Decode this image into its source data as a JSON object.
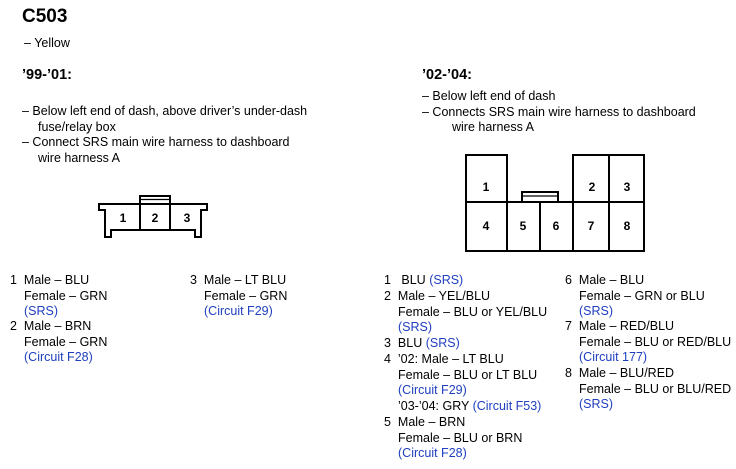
{
  "title": "C503",
  "color_note": "– Yellow",
  "left": {
    "heading": "’99-’01:",
    "loc1a": "– Below left end of dash, above driver’s under-dash",
    "loc1b": "fuse/relay box",
    "loc2a": "– Connect SRS main wire harness to dashboard",
    "loc2b": "wire harness A",
    "pins": [
      "1",
      "2",
      "3"
    ],
    "t1": {
      "num": "1",
      "m": "Male – BLU",
      "f": "Female – GRN",
      "c": "(SRS)"
    },
    "t2": {
      "num": "2",
      "m": "Male – BRN",
      "f": "Female – GRN",
      "c": "(Circuit F28)"
    },
    "t3": {
      "num": "3",
      "m": "Male – LT BLU",
      "f": "Female – GRN",
      "c": "(Circuit F29)"
    }
  },
  "right": {
    "heading": "’02-’04:",
    "loc1": "– Below left end of dash",
    "loc2a": "– Connects SRS main wire harness to dashboard",
    "loc2b": "wire harness A",
    "pins": [
      "1",
      "2",
      "3",
      "4",
      "5",
      "6",
      "7",
      "8"
    ],
    "t1": {
      "num": "1",
      "m": "BLU",
      "c": "(SRS)"
    },
    "t2": {
      "num": "2",
      "m": "Male – YEL/BLU",
      "f": "Female – BLU or YEL/BLU",
      "c": "(SRS)"
    },
    "t3": {
      "num": "3",
      "m": "BLU",
      "c": "(SRS)"
    },
    "t4": {
      "num": "4",
      "m": "’02: Male – LT BLU",
      "f": "Female – BLU or LT BLU",
      "c": "(Circuit F29)",
      "x": "’03-’04: GRY",
      "xc": "(Circuit F53)"
    },
    "t5": {
      "num": "5",
      "m": "Male – BRN",
      "f": "Female – BLU or BRN",
      "c": "(Circuit F28)"
    },
    "t6": {
      "num": "6",
      "m": "Male – BLU",
      "f": "Female – GRN or BLU",
      "c": "(SRS)"
    },
    "t7": {
      "num": "7",
      "m": "Male – RED/BLU",
      "f": "Female – BLU or RED/BLU",
      "c": "(Circuit 177)"
    },
    "t8": {
      "num": "8",
      "m": "Male – BLU/RED",
      "f": "Female – BLU or BLU/RED",
      "c": "(SRS)"
    }
  }
}
